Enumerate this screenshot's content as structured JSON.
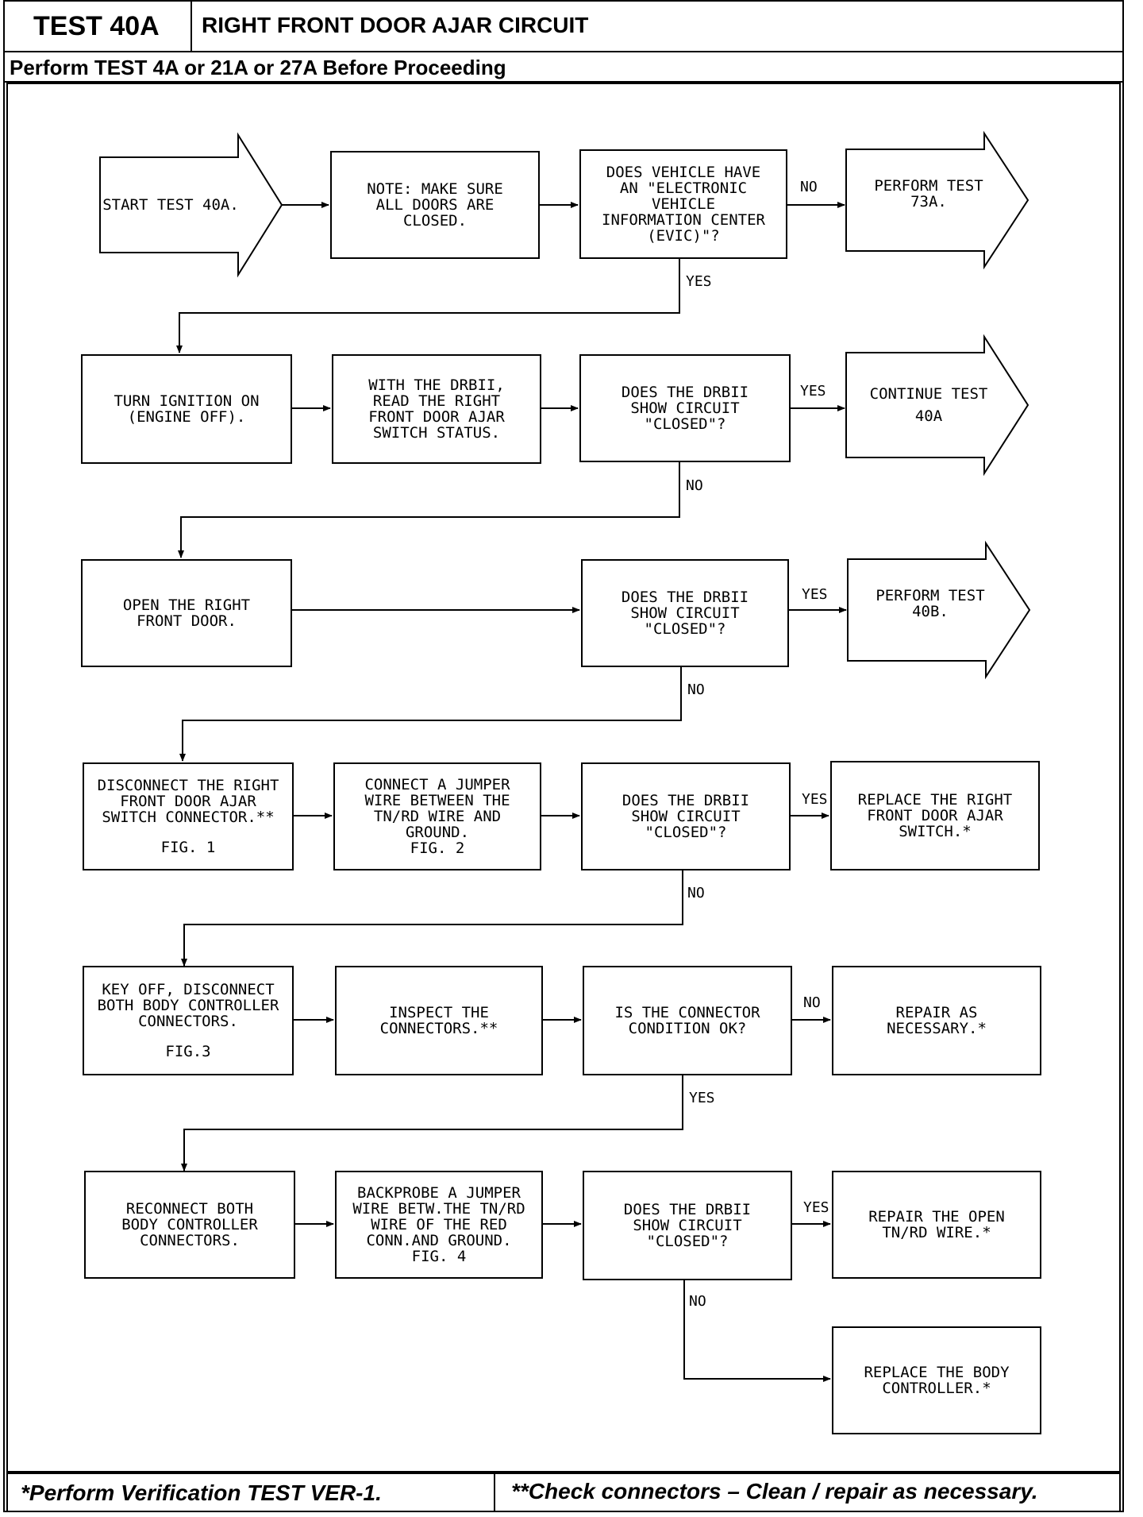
{
  "header": {
    "test_id": "TEST 40A",
    "title": "RIGHT FRONT DOOR AJAR CIRCUIT",
    "prerequisite": "Perform TEST 4A or 21A or 27A Before Proceeding"
  },
  "flow": {
    "start": "START TEST 40A.",
    "note_doors": "NOTE: MAKE SURE\nALL DOORS ARE\nCLOSED.",
    "q_evic": "DOES VEHICLE HAVE\nAN \"ELECTRONIC\nVEHICLE\nINFORMATION CENTER\n(EVIC)\"?",
    "perform_73a": "PERFORM TEST\n73A.",
    "ignition_on": "TURN IGNITION ON\n(ENGINE OFF).",
    "read_status": "WITH THE DRBII,\nREAD THE RIGHT\nFRONT DOOR AJAR\nSWITCH STATUS.",
    "q_closed_1": "DOES THE DRBII\nSHOW CIRCUIT\n\"CLOSED\"?",
    "continue_40a": "CONTINUE TEST\n40A",
    "open_door": "OPEN THE RIGHT\nFRONT DOOR.",
    "q_closed_2": "DOES THE DRBII\nSHOW CIRCUIT\n\"CLOSED\"?",
    "perform_40b": "PERFORM TEST\n40B.",
    "disconnect_switch": "DISCONNECT THE RIGHT\nFRONT DOOR AJAR\nSWITCH CONNECTOR.**",
    "fig1": "FIG. 1",
    "connect_jumper": "CONNECT A JUMPER\nWIRE BETWEEN THE\nTN/RD WIRE AND\nGROUND.",
    "fig2": "FIG. 2",
    "q_closed_3": "DOES THE DRBII\nSHOW CIRCUIT\n\"CLOSED\"?",
    "replace_switch": "REPLACE THE RIGHT\nFRONT DOOR AJAR\nSWITCH.*",
    "key_off": "KEY OFF, DISCONNECT\nBOTH BODY CONTROLLER\nCONNECTORS.",
    "fig3": "FIG.3",
    "inspect": "INSPECT THE\nCONNECTORS.**",
    "q_connector": "IS THE CONNECTOR\nCONDITION OK?",
    "repair_necessary": "REPAIR AS\nNECESSARY.*",
    "reconnect": "RECONNECT BOTH\nBODY CONTROLLER\nCONNECTORS.",
    "backprobe": "BACKPROBE A JUMPER\nWIRE BETW.THE TN/RD\nWIRE OF THE RED\nCONN.AND GROUND.",
    "fig4": "FIG. 4",
    "q_closed_4": "DOES THE DRBII\nSHOW CIRCUIT\n\"CLOSED\"?",
    "repair_open": "REPAIR THE OPEN\nTN/RD WIRE.*",
    "replace_controller": "REPLACE THE BODY\nCONTROLLER.*"
  },
  "labels": {
    "yes": "YES",
    "no": "NO"
  },
  "footer": {
    "left": "*Perform Verification TEST VER-1.",
    "right": "**Check connectors – Clean / repair as necessary."
  }
}
